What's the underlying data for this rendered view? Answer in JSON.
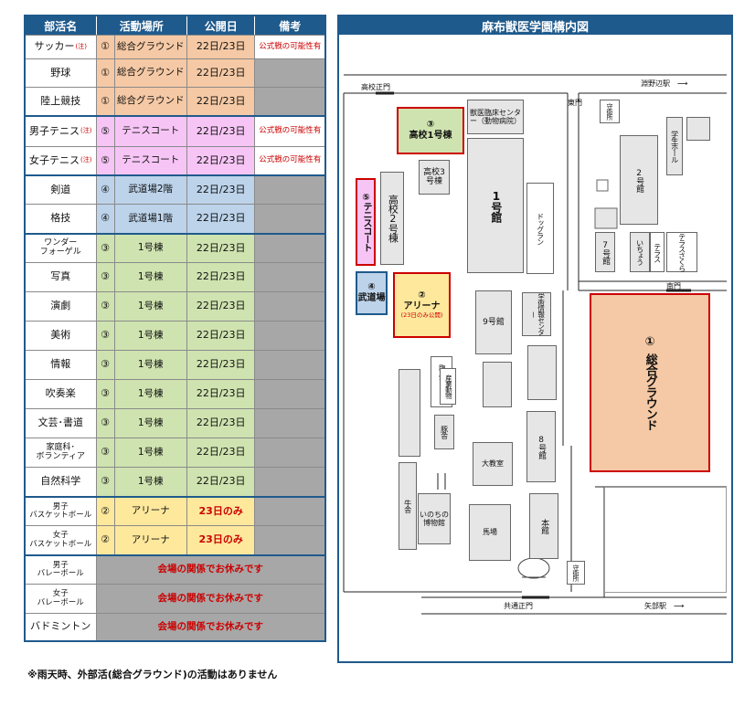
{
  "table": {
    "headers": [
      "部活名",
      "活動場所",
      "公開日",
      "備考"
    ],
    "chu_mark": "(注)",
    "rows": [
      {
        "name": "サッカー",
        "chu": true,
        "num": "①",
        "place": "総合グラウンド",
        "date": "22日/23日",
        "note": "公式戦の可能性有",
        "color": "orange"
      },
      {
        "name": "野球",
        "num": "①",
        "place": "総合グラウンド",
        "date": "22日/23日",
        "note": "",
        "color": "orange"
      },
      {
        "name": "陸上競技",
        "num": "①",
        "place": "総合グラウンド",
        "date": "22日/23日",
        "note": "",
        "color": "orange"
      },
      {
        "name": "男子テニス",
        "chu": true,
        "num": "⑤",
        "place": "テニスコート",
        "date": "22日/23日",
        "note": "公式戦の可能性有",
        "color": "pink"
      },
      {
        "name": "女子テニス",
        "chu": true,
        "num": "⑤",
        "place": "テニスコート",
        "date": "22日/23日",
        "note": "公式戦の可能性有",
        "color": "pink"
      },
      {
        "name": "剣道",
        "num": "④",
        "place": "武道場2階",
        "date": "22日/23日",
        "note": "",
        "color": "blue"
      },
      {
        "name": "格技",
        "num": "④",
        "place": "武道場1階",
        "date": "22日/23日",
        "note": "",
        "color": "blue"
      },
      {
        "name": "ワンダーフォーゲル",
        "name2": "ワンダー",
        "name3": "フォーゲル",
        "num": "③",
        "place": "1号棟",
        "date": "22日/23日",
        "note": "",
        "color": "green"
      },
      {
        "name": "写真",
        "num": "③",
        "place": "1号棟",
        "date": "22日/23日",
        "note": "",
        "color": "green"
      },
      {
        "name": "演劇",
        "num": "③",
        "place": "1号棟",
        "date": "22日/23日",
        "note": "",
        "color": "green"
      },
      {
        "name": "美術",
        "num": "③",
        "place": "1号棟",
        "date": "22日/23日",
        "note": "",
        "color": "green"
      },
      {
        "name": "情報",
        "num": "③",
        "place": "1号棟",
        "date": "22日/23日",
        "note": "",
        "color": "green"
      },
      {
        "name": "吹奏楽",
        "num": "③",
        "place": "1号棟",
        "date": "22日/23日",
        "note": "",
        "color": "green"
      },
      {
        "name": "文芸･書道",
        "num": "③",
        "place": "1号棟",
        "date": "22日/23日",
        "note": "",
        "color": "green"
      },
      {
        "name": "家庭科･ボランティア",
        "name2": "家庭科･",
        "name3": "ボランティア",
        "num": "③",
        "place": "1号棟",
        "date": "22日/23日",
        "note": "",
        "color": "green"
      },
      {
        "name": "自然科学",
        "num": "③",
        "place": "1号棟",
        "date": "22日/23日",
        "note": "",
        "color": "green"
      },
      {
        "name": "男子バスケットボール",
        "name2": "男子",
        "name3": "バスケットボール",
        "num": "②",
        "place": "アリーナ",
        "date": "23日のみ",
        "note": "",
        "color": "yellow"
      },
      {
        "name": "女子バスケットボール",
        "name2": "女子",
        "name3": "バスケットボール",
        "num": "②",
        "place": "アリーナ",
        "date": "23日のみ",
        "note": "",
        "color": "yellow"
      },
      {
        "name": "男子バレーボール",
        "name2": "男子",
        "name3": "バレーボール",
        "closed": "会場の関係でお休みです"
      },
      {
        "name": "女子バレーボール",
        "name2": "女子",
        "name3": "バレーボール",
        "closed": "会場の関係でお休みです"
      },
      {
        "name": "バドミントン",
        "closed": "会場の関係でお休みです"
      }
    ]
  },
  "footnote": "※雨天時、外部活(総合グラウンド)の活動はありません",
  "map": {
    "title": "麻布獣医学園構内図",
    "labels": {
      "koko_seimon": "高校正門",
      "fuchinobe": "淵野辺駅　⟶",
      "higashimon": "東門",
      "minamimon": "南門",
      "kyotsu_seimon": "共通正門",
      "yabe": "矢部駅　⟶",
      "shueisho1": "守衛所",
      "shueisho2": "守衛所"
    },
    "buildings": {
      "b3_num": "③",
      "b3_name": "高校1号棟",
      "juui": "獣医臨床センター（動物病院）",
      "koko3": "高校3号棟",
      "koko2": "高校2号棟",
      "tennis_num": "⑤",
      "tennis_name": "テニスコート",
      "budo_num": "④",
      "budo_name": "武道場",
      "arena_num": "②",
      "arena_name": "アリーナ",
      "arena_note": "(23日のみ公開)",
      "kan1": "1号館",
      "drugstore": "ドッグラン",
      "gakusei": "学生ホール",
      "kan2": "2号館",
      "kan7": "7号館",
      "icho": "いちょう",
      "terrace1": "テラス",
      "terrace2": "テラスさくら",
      "kan9": "9号館",
      "gakujutsu": "学術情報センター",
      "rinsho": "臨床センター",
      "sangyo": "産業動物",
      "butasha": "豚舎",
      "kan8": "8号館",
      "daikyoshitsu": "大教室",
      "gyusha": "牛舎",
      "inochi": "いのちの博物館",
      "baba": "馬場",
      "honkan": "本館",
      "ground_num": "①",
      "ground_name": "総合グラウンド"
    }
  },
  "colors": {
    "header": "#1f5a8c",
    "orange": "#f5c9a5",
    "pink": "#f6c5f5",
    "blue": "#bcd3ea",
    "green": "#cfe3b0",
    "yellow": "#fde89c",
    "gray": "#a7a7a7",
    "red": "#cc0000"
  }
}
